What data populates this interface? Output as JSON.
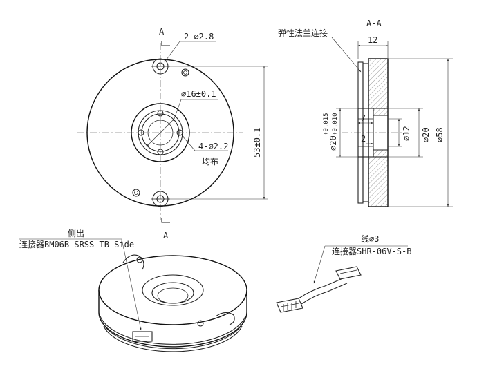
{
  "front_view": {
    "section_marker_top": "A",
    "section_marker_bottom": "A",
    "label_mount_holes": "2-⌀2.8",
    "label_bore": "⌀16±0.1",
    "label_inner_holes": "4-⌀2.2",
    "label_inner_holes_note": "均布",
    "label_hole_spacing": "53±0.1"
  },
  "section_view": {
    "title": "A-A",
    "flange_label": "弹性法兰连接",
    "dim_width": "12",
    "dim_step": "7",
    "dim_step2": "2",
    "dim_d12": "⌀12",
    "dim_d20": "⌀20",
    "dim_d58": "⌀58",
    "dim_tol_main": "⌀20",
    "dim_tol_upper": "+0.015",
    "dim_tol_lower": "+0.010"
  },
  "iso_view": {
    "outlet_label": "侧出",
    "connector_label": "连接器BM06B-SRSS-TB-Side"
  },
  "cable_view": {
    "wire_label": "线⌀3",
    "connector_label": "连接器SHR-06V-S-B"
  }
}
